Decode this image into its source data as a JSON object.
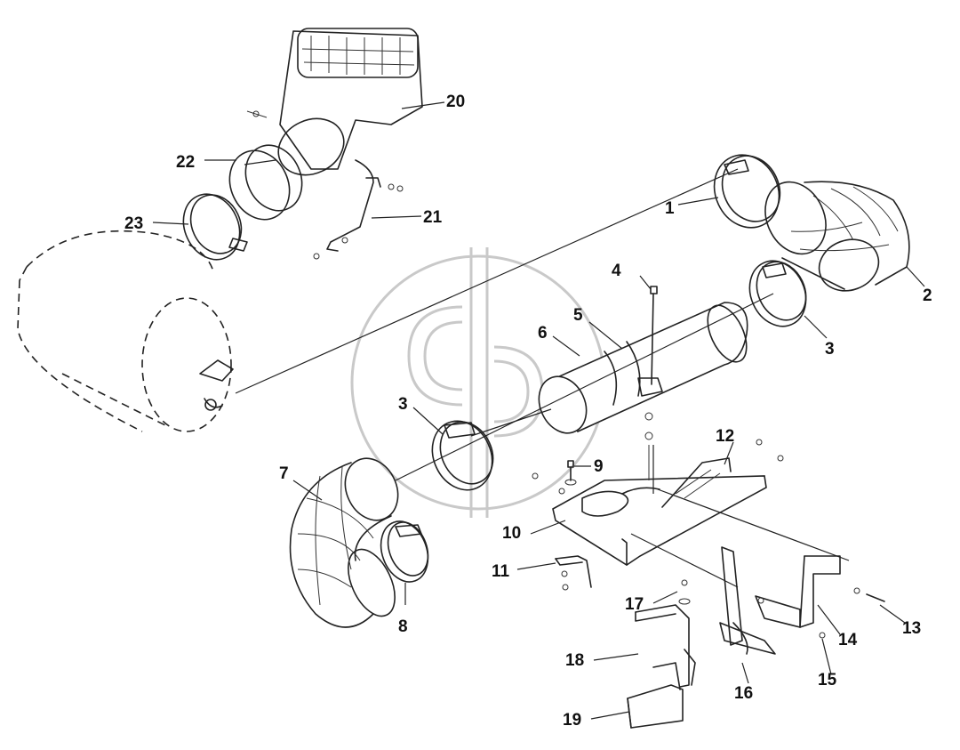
{
  "diagram": {
    "callouts": [
      {
        "id": "c1",
        "label": "1"
      },
      {
        "id": "c2",
        "label": "2"
      },
      {
        "id": "c3a",
        "label": "3"
      },
      {
        "id": "c3b",
        "label": "3"
      },
      {
        "id": "c4",
        "label": "4"
      },
      {
        "id": "c5",
        "label": "5"
      },
      {
        "id": "c6",
        "label": "6"
      },
      {
        "id": "c7",
        "label": "7"
      },
      {
        "id": "c8",
        "label": "8"
      },
      {
        "id": "c9",
        "label": "9"
      },
      {
        "id": "c10",
        "label": "10"
      },
      {
        "id": "c11",
        "label": "11"
      },
      {
        "id": "c12",
        "label": "12"
      },
      {
        "id": "c13",
        "label": "13"
      },
      {
        "id": "c14",
        "label": "14"
      },
      {
        "id": "c15",
        "label": "15"
      },
      {
        "id": "c16",
        "label": "16"
      },
      {
        "id": "c17",
        "label": "17"
      },
      {
        "id": "c18",
        "label": "18"
      },
      {
        "id": "c19",
        "label": "19"
      },
      {
        "id": "c20",
        "label": "20"
      },
      {
        "id": "c21",
        "label": "21"
      },
      {
        "id": "c22",
        "label": "22"
      },
      {
        "id": "c23",
        "label": "23"
      }
    ],
    "watermark": "watermark-logo"
  }
}
